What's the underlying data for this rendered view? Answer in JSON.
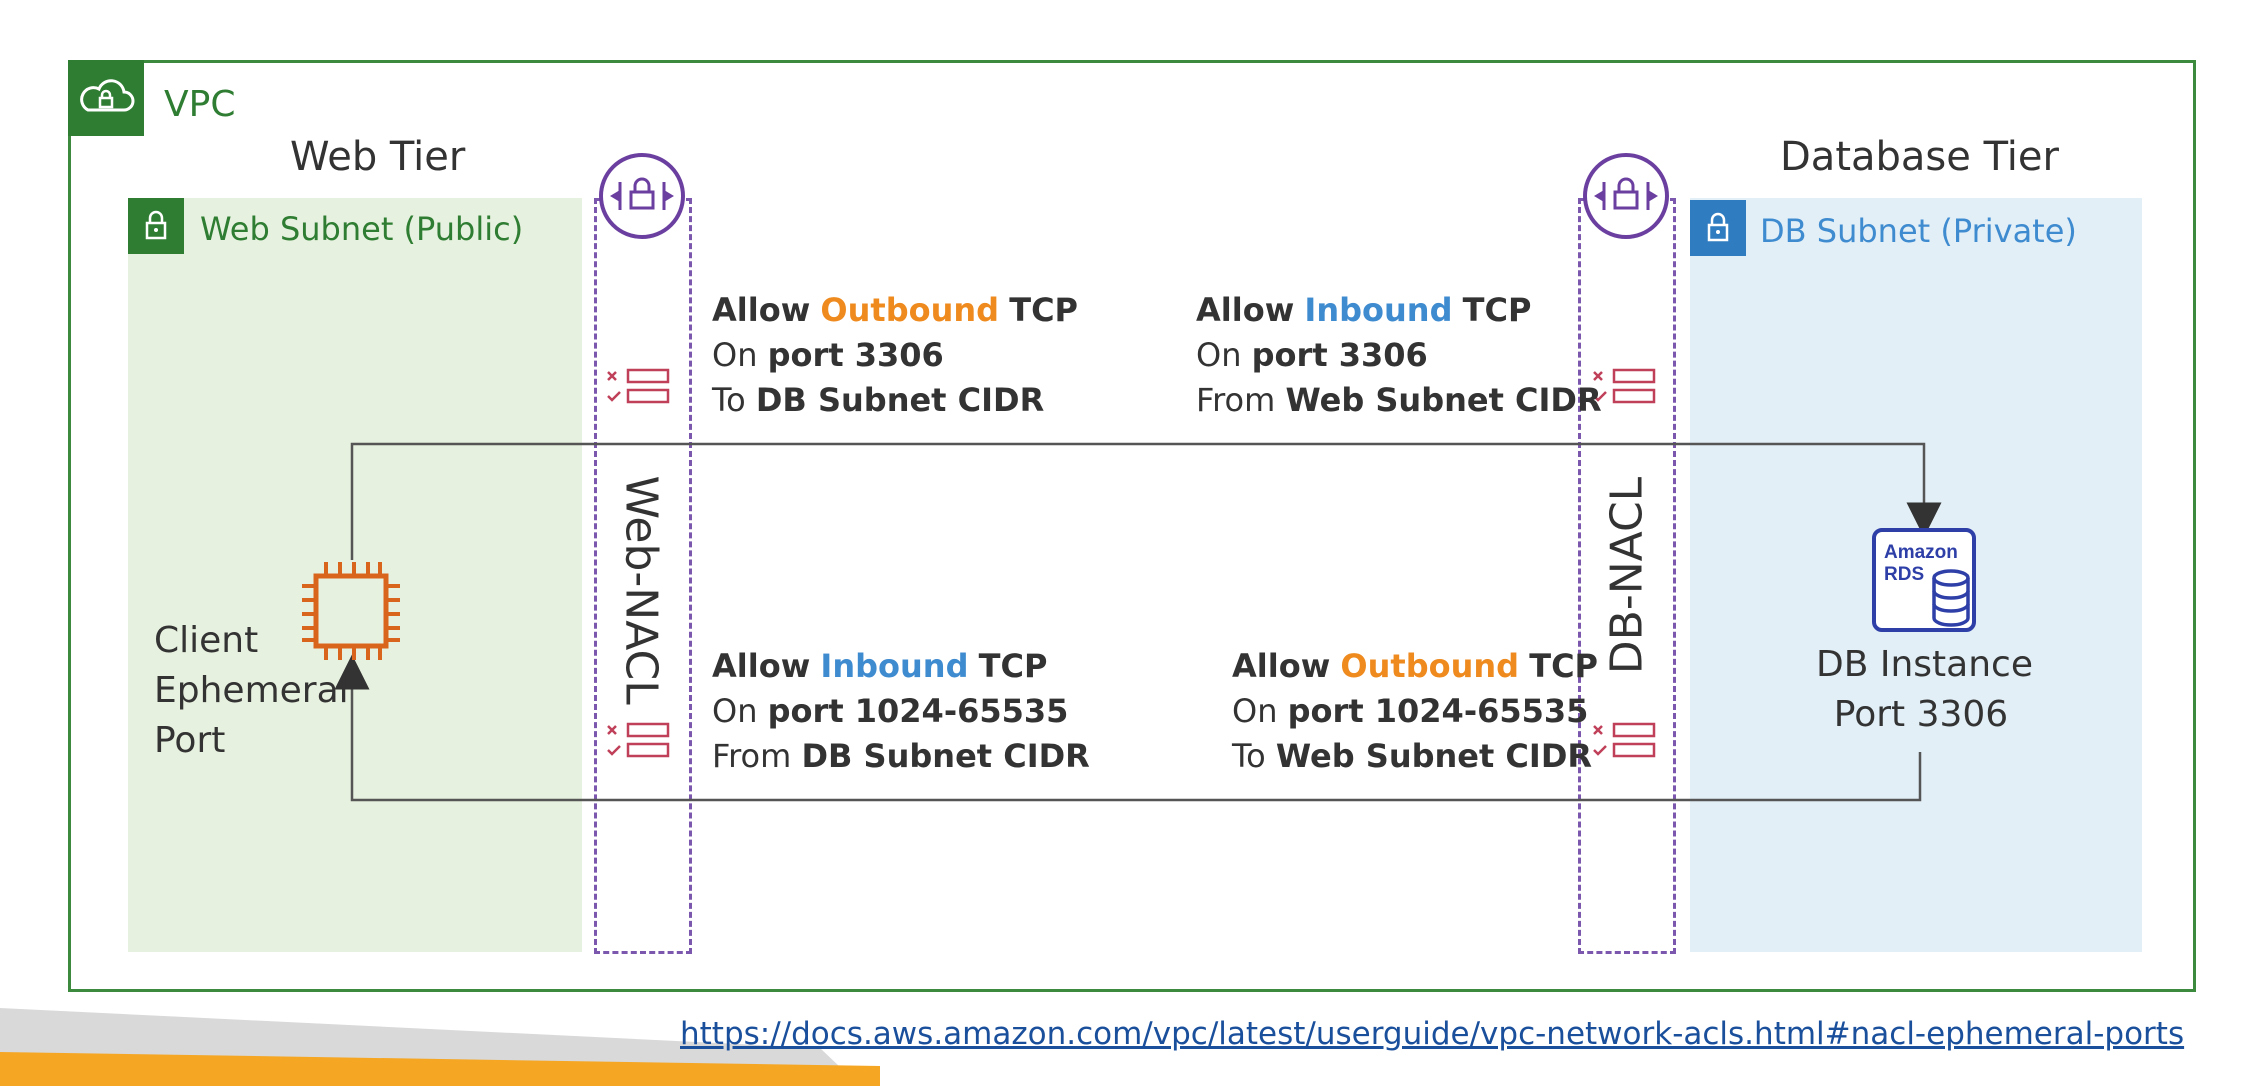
{
  "vpc": {
    "label": "VPC",
    "icon": "cloud-lock-icon",
    "border_color": "#3b8a3e"
  },
  "web_tier": {
    "title": "Web Tier",
    "subnet_label": "Web Subnet (Public)",
    "subnet_color": "#e7f1df",
    "label_color": "#2e7d32",
    "client": {
      "line1": "Client",
      "line2": "Ephemeral",
      "line3": "Port",
      "icon": "ec2-chip-icon"
    }
  },
  "db_tier": {
    "title": "Database Tier",
    "subnet_label": "DB Subnet (Private)",
    "subnet_color": "#e2eff7",
    "label_color": "#3f8bd0",
    "instance": {
      "line1": "DB Instance",
      "line2": "Port 3306",
      "icon_text1": "Amazon",
      "icon_text2": "RDS"
    }
  },
  "web_nacl": {
    "label": "Web-NACL",
    "icon": "nacl-icon"
  },
  "db_nacl": {
    "label": "DB-NACL",
    "icon": "nacl-icon"
  },
  "rules": {
    "web_outbound": {
      "allow": "Allow",
      "direction": "Outbound",
      "proto": "TCP",
      "on": "On",
      "port": "port 3306",
      "to": "To",
      "cidr": "DB Subnet CIDR"
    },
    "db_inbound": {
      "allow": "Allow",
      "direction": "Inbound",
      "proto": "TCP",
      "on": "On",
      "port": "port 3306",
      "from": "From",
      "cidr": "Web Subnet CIDR"
    },
    "web_inbound": {
      "allow": "Allow",
      "direction": "Inbound",
      "proto": "TCP",
      "on": "On",
      "port": "port 1024-65535",
      "from": "From",
      "cidr": "DB Subnet CIDR"
    },
    "db_outbound": {
      "allow": "Allow",
      "direction": "Outbound",
      "proto": "TCP",
      "on": "On",
      "port": "port 1024-65535",
      "to": "To",
      "cidr": "Web Subnet CIDR"
    }
  },
  "link": {
    "url": "https://docs.aws.amazon.com/vpc/latest/userguide/vpc-network-acls.html#nacl-ephemeral-ports"
  },
  "colors": {
    "orange": "#ee8a1e",
    "blue": "#3f8bd0",
    "nacl_purple": "#7b58ad",
    "chip_orange": "#d9651c",
    "rds_blue": "#2e3fa8"
  }
}
